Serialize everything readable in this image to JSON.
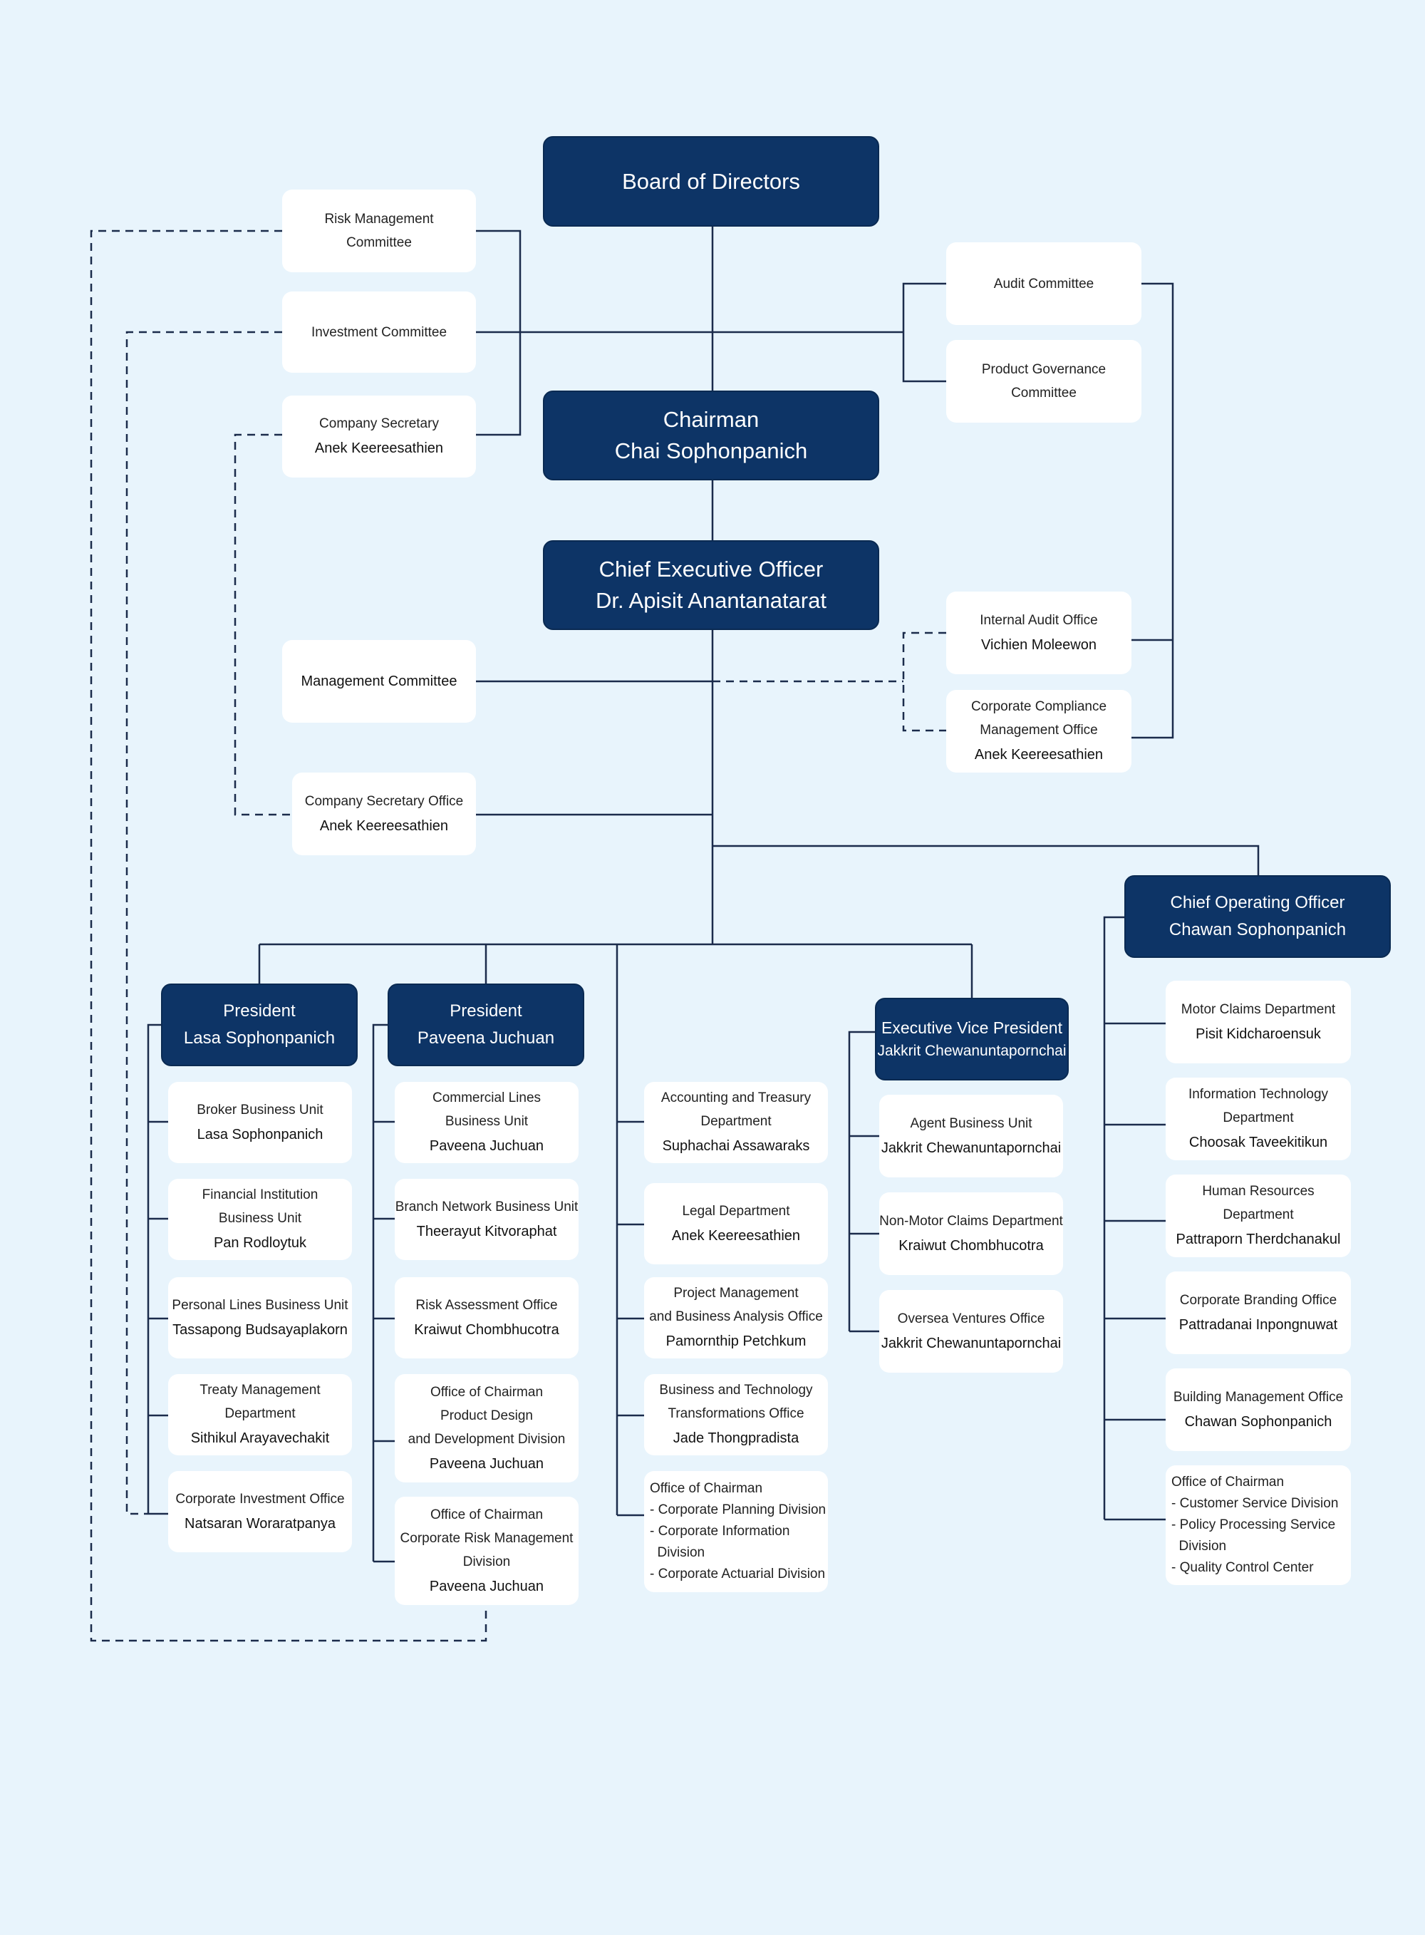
{
  "board": {
    "title": "Board of Directors"
  },
  "committees": {
    "risk_management": [
      "Risk Management",
      "Committee"
    ],
    "investment": "Investment Committee",
    "company_secretary": {
      "title": "Company Secretary",
      "name": "Anek Keereesathien"
    },
    "audit": "Audit Committee",
    "product_governance": [
      "Product Governance",
      "Committee"
    ]
  },
  "chairman": {
    "title": "Chairman",
    "name": "Chai Sophonpanich"
  },
  "ceo": {
    "title": "Chief Executive Officer",
    "name": "Dr. Apisit Anantanatarat"
  },
  "management_committee": "Management Committee",
  "internal_audit": {
    "title": "Internal Audit Office",
    "name": "Vichien Moleewon"
  },
  "compliance": {
    "title": [
      "Corporate Compliance",
      "Management Office"
    ],
    "name": "Anek Keereesathien"
  },
  "secretary_office": {
    "title": "Company Secretary Office",
    "name": "Anek Keereesathien"
  },
  "coo": {
    "title": "Chief Operating Officer",
    "name": "Chawan Sophonpanich"
  },
  "president_1": {
    "title": "President",
    "name": "Lasa Sophonpanich"
  },
  "president_2": {
    "title": "President",
    "name": "Paveena Juchuan"
  },
  "evp": {
    "title": "Executive Vice President",
    "name": "Jakkrit Chewanuntapornchai"
  },
  "col1": [
    {
      "title": [
        "Broker Business Unit"
      ],
      "name": "Lasa Sophonpanich"
    },
    {
      "title": [
        "Financial Institution",
        "Business Unit"
      ],
      "name": "Pan Rodloytuk"
    },
    {
      "title": [
        "Personal Lines Business Unit"
      ],
      "name": "Tassapong Budsayaplakorn"
    },
    {
      "title": [
        "Treaty Management",
        "Department"
      ],
      "name": "Sithikul Arayavechakit"
    },
    {
      "title": [
        "Corporate Investment Office"
      ],
      "name": "Natsaran Woraratpanya"
    }
  ],
  "col2": [
    {
      "title": [
        "Commercial Lines",
        "Business Unit"
      ],
      "name": "Paveena Juchuan"
    },
    {
      "title": [
        "Branch Network Business Unit"
      ],
      "name": "Theerayut Kitvoraphat"
    },
    {
      "title": [
        "Risk Assessment Office"
      ],
      "name": "Kraiwut Chombhucotra"
    },
    {
      "title": [
        "Office of Chairman",
        "Product Design",
        "and Development Division"
      ],
      "name": "Paveena Juchuan"
    },
    {
      "title": [
        "Office of Chairman",
        "Corporate Risk Management",
        "Division"
      ],
      "name": "Paveena Juchuan"
    }
  ],
  "col3": [
    {
      "title": [
        "Accounting and Treasury",
        "Department"
      ],
      "name": "Suphachai Assawaraks"
    },
    {
      "title": [
        "Legal Department"
      ],
      "name": "Anek Keereesathien"
    },
    {
      "title": [
        "Project Management",
        "and Business Analysis Office"
      ],
      "name": "Pamornthip Petchkum"
    },
    {
      "title": [
        "Business and Technology",
        "Transformations Office"
      ],
      "name": "Jade Thongpradista"
    },
    {
      "title": [
        "Office of Chairman",
        "- Corporate Planning Division",
        "- Corporate Information",
        "  Division",
        "- Corporate Actuarial Division"
      ],
      "name": ""
    }
  ],
  "col4": [
    {
      "title": [
        "Agent Business Unit"
      ],
      "name": "Jakkrit Chewanuntapornchai"
    },
    {
      "title": [
        "Non-Motor Claims Department"
      ],
      "name": "Kraiwut Chombhucotra"
    },
    {
      "title": [
        "Oversea Ventures Office"
      ],
      "name": "Jakkrit Chewanuntapornchai"
    }
  ],
  "col5": [
    {
      "title": [
        "Motor Claims Department"
      ],
      "name": "Pisit Kidcharoensuk"
    },
    {
      "title": [
        "Information Technology",
        "Department"
      ],
      "name": "Choosak Taveekitikun"
    },
    {
      "title": [
        "Human Resources Department"
      ],
      "name": "Pattraporn Therdchanakul"
    },
    {
      "title": [
        "Corporate Branding Office"
      ],
      "name": "Pattradanai Inpongnuwat"
    },
    {
      "title": [
        "Building Management Office"
      ],
      "name": "Chawan Sophonpanich"
    },
    {
      "title": [
        "Office of Chairman",
        "- Customer Service Division",
        "- Policy Processing Service",
        "  Division",
        "- Quality Control Center"
      ],
      "name": ""
    }
  ],
  "colors": {
    "background": "#e8f4fc",
    "dark_box": "#0d3466",
    "line": "#1b2b4b",
    "box": "#ffffff"
  }
}
